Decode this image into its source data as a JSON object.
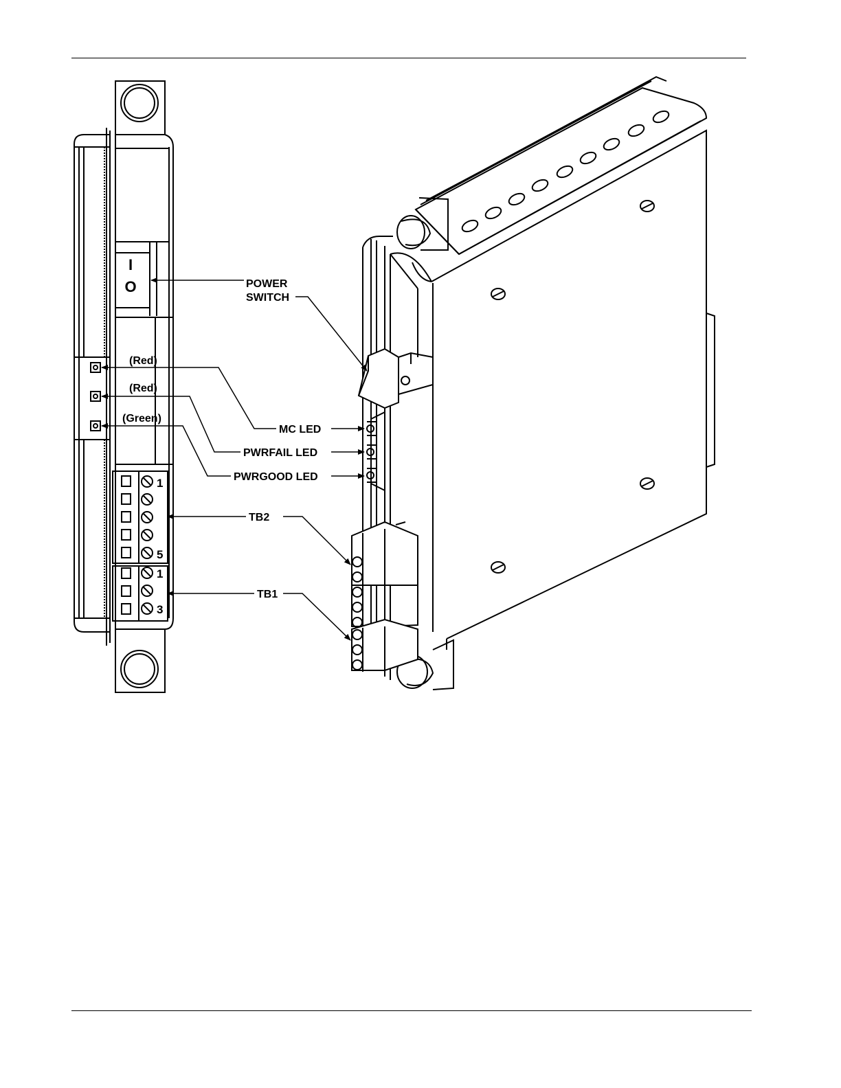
{
  "labels": {
    "power_switch_1": "POWER",
    "power_switch_2": "SWITCH",
    "mc_led": "MC LED",
    "pwrfail_led": "PWRFAIL LED",
    "pwrgood_led": "PWRGOOD LED",
    "tb2": "TB2",
    "tb1": "TB1"
  },
  "led_colors": {
    "mc": "(Red)",
    "pwrfail": "(Red)",
    "pwrgood": "(Green)"
  },
  "switch_marks": {
    "on": "I",
    "off": "O"
  },
  "terminal_numbers": {
    "tb2_first": "1",
    "tb2_last": "5",
    "tb1_first": "1",
    "tb1_last": "3"
  }
}
